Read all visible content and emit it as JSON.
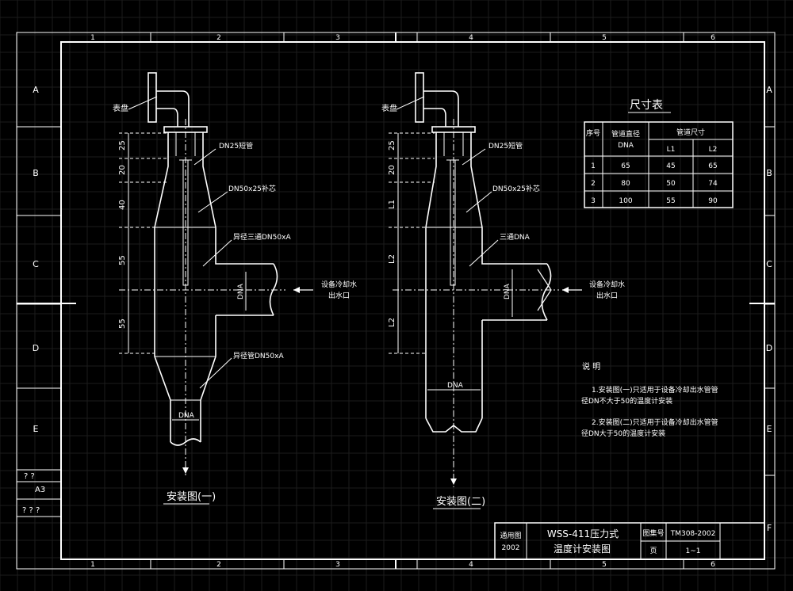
{
  "frame": {
    "top_numbers": [
      "1",
      "2",
      "3",
      "4",
      "5",
      "6"
    ],
    "bottom_numbers": [
      "1",
      "2",
      "3",
      "4",
      "5",
      "6"
    ],
    "left_letters": [
      "A",
      "B",
      "C",
      "D",
      "E"
    ],
    "right_letters": [
      "A",
      "B",
      "C",
      "D",
      "E",
      "F"
    ],
    "side_block": {
      "q1": "? ?",
      "q2": "A3",
      "q3": "? ? ?"
    }
  },
  "drawing1": {
    "gauge_label": "表盘",
    "callouts": {
      "pipe": "DN25短管",
      "core": "DN50x25补芯",
      "tee": "异径三通DN50xA",
      "reducer": "异径管DN50xA"
    },
    "dims": {
      "d1": "25",
      "d2": "20",
      "d3": "40",
      "d4": "55",
      "d5": "55"
    },
    "dna_vertical": "DNA",
    "dna_bottom": "DNA",
    "outlet_label_1": "设备冷却水",
    "outlet_label_2": "出水口",
    "title": "安装图(一)"
  },
  "drawing2": {
    "gauge_label": "表盘",
    "callouts": {
      "pipe": "DN25短管",
      "core": "DN50x25补芯",
      "tee": "三通DNA"
    },
    "dims": {
      "d1": "25",
      "d2": "20",
      "d3": "L1",
      "d4": "L2",
      "d5": "L2"
    },
    "dna_vertical": "DNA",
    "dna_bottom": "DNA",
    "outlet_label_1": "设备冷却水",
    "outlet_label_2": "出水口",
    "title": "安装图(二)"
  },
  "size_table": {
    "title": "尺寸表",
    "header_seq": "序号",
    "header_dia_1": "管道直径",
    "header_dia_2": "DNA",
    "header_size": "管道尺寸",
    "header_l1": "L1",
    "header_l2": "L2",
    "rows": [
      {
        "seq": "1",
        "dna": "65",
        "l1": "45",
        "l2": "65"
      },
      {
        "seq": "2",
        "dna": "80",
        "l1": "50",
        "l2": "74"
      },
      {
        "seq": "3",
        "dna": "100",
        "l1": "55",
        "l2": "90"
      }
    ]
  },
  "notes": {
    "title": "说 明",
    "n1_line1": "1.安装图(一)只适用于设备冷却出水管管",
    "n1_line2": "径DN不大于50的温度计安装",
    "n2_line1": "2.安装图(二)只适用于设备冷却出水管管",
    "n2_line2": "径DN大于50的温度计安装"
  },
  "title_block": {
    "scope_label": "通用图",
    "year": "2002",
    "name_line1": "WSS-411压力式",
    "name_line2": "温度计安装图",
    "drawing_no_label": "图集号",
    "drawing_no": "TM308-2002",
    "page_label": "页",
    "page": "1~1"
  },
  "colors": {
    "background": "#000000",
    "line": "#ffffff",
    "grid": "#1c1c1c"
  }
}
